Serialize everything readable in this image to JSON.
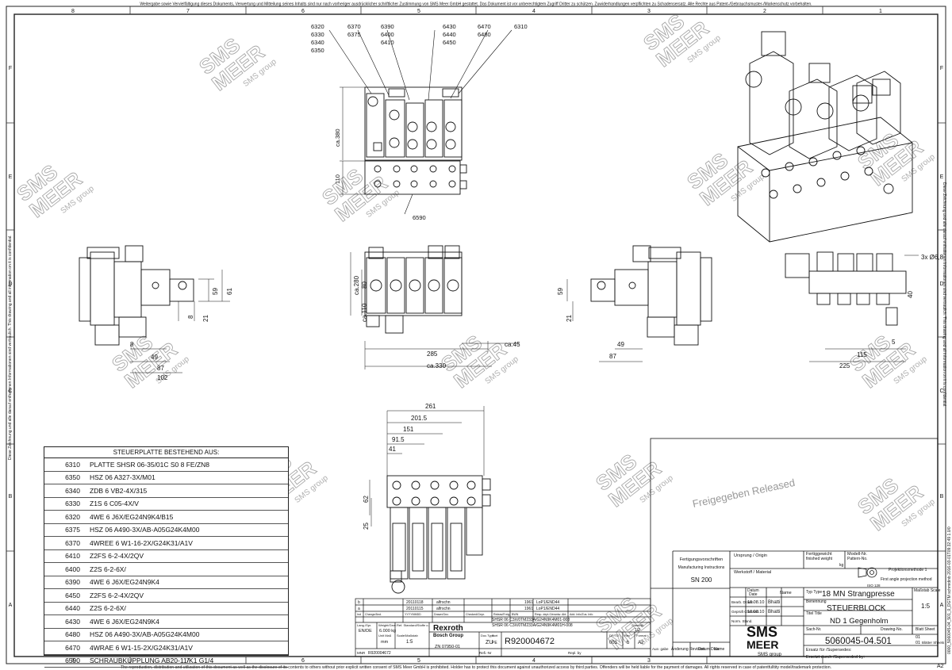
{
  "top_notice": "Weitergabe sowie Vervielfältigung dieses Dokuments, Verwertung und Mitteilung seines Inhalts sind nur nach vorheriger ausdrücklicher schriftlicher Zustimmung von SMS Meer GmbH gestattet. Das Dokument ist vor unberechtigtem Zugriff Dritter zu schützen. Zuwiderhandlungen verpflichten zu Schadensersatz. Alle Rechte aus Patent-/Gebrauchsmuster-/Markenschutz vorbehalten.",
  "bottom_notice": "The reproduction, distribution and utilization of this document as well as the disclosure of its contents to others without prior explicit written consent of SMS Meer GmbH is prohibited. Holder has to protect this document against unauthorized access by third parties. Offenders will be held liable for the payment of damages. All rights reserved in case of patentfulltity model/trademark protection.",
  "left_margin_text": "Diese Zeichnung und alle darauf enthaltenen Informationen sind vertraulich. This drawing and all information on it is confidential.",
  "right_margin_text": "Diese Zeichnung und alle darauf enthaltenen Informationen sind vertraulich. This drawing and all information on it is confidential.",
  "right_margin_id": "0000_5060045-04_501_0_DGTM schmidinb 2016-03-01T09:32:49 1.0/0",
  "sheet_format": "A2",
  "zone_columns": [
    "8",
    "7",
    "6",
    "5",
    "4",
    "3",
    "2",
    "1"
  ],
  "zone_rows": [
    "F",
    "E",
    "D",
    "C",
    "B",
    "A"
  ],
  "watermark": {
    "line1": "SMS",
    "line2": "MEER",
    "line3": "SMS group"
  },
  "released_stamp": "Freigegeben Released",
  "balloons": {
    "group1": [
      "6320",
      "6330",
      "6340",
      "6350"
    ],
    "group2": [
      "6370",
      "6375"
    ],
    "group3": [
      "6390",
      "6400",
      "6410"
    ],
    "group4": [
      "6430",
      "6440",
      "6450"
    ],
    "group5": [
      "6470",
      "6480"
    ],
    "group6": [
      "6310"
    ],
    "coupling": "6590"
  },
  "dims": {
    "top_height": "ca.380",
    "top_block": "110",
    "front_height": "ca.280",
    "front_80": "80",
    "front_110": "ca.110",
    "front_285": "285",
    "front_330": "ca.330",
    "front_45": "ca.45",
    "left_59": "59",
    "left_61": "61",
    "left_8": "8",
    "left_21": "21",
    "left_8b": "8",
    "left_49": "49",
    "left_87": "87",
    "left_102": "102",
    "mid_59": "59",
    "mid_21": "21",
    "mid_49": "49",
    "mid_87": "87",
    "right_hole": "3x Ø6,8",
    "right_40": "40",
    "right_115": "115",
    "right_5": "5",
    "right_225": "225",
    "bot_261": "261",
    "bot_201": "201.5",
    "bot_151": "151",
    "bot_91": "91.5",
    "bot_41": "41",
    "bot_62": "62",
    "bot_25": "25"
  },
  "parts_list": {
    "title": "STEUERPLATTE BESTEHEND AUS:",
    "rows": [
      {
        "pos": "6310",
        "desc": "PLATTE SHSR 06-35/01C S0 8 FE/ZN8"
      },
      {
        "pos": "6350",
        "desc": "HSZ 06 A327-3X/M01"
      },
      {
        "pos": "6340",
        "desc": "ZDB 6 VB2-4X/315"
      },
      {
        "pos": "6330",
        "desc": "Z1S 6 C05-4X/V"
      },
      {
        "pos": "6320",
        "desc": "4WE 6 J6X/EG24N9K4/B15"
      },
      {
        "pos": "6375",
        "desc": "HSZ 06 A490-3X/AB-A05G24K4M00"
      },
      {
        "pos": "6370",
        "desc": "4WREE 6 W1-16-2X/G24K31/A1V"
      },
      {
        "pos": "6410",
        "desc": "Z2FS 6-2-4X/2QV"
      },
      {
        "pos": "6400",
        "desc": "Z2S 6-2-6X/"
      },
      {
        "pos": "6390",
        "desc": "4WE 6 J6X/EG24N9K4"
      },
      {
        "pos": "6450",
        "desc": "Z2FS 6-2-4X/2QV"
      },
      {
        "pos": "6440",
        "desc": "Z2S 6-2-6X/"
      },
      {
        "pos": "6430",
        "desc": "4WE 6 J6X/EG24N9K4"
      },
      {
        "pos": "6480",
        "desc": "HSZ 06 A490-3X/AB-A05G24K4M00"
      },
      {
        "pos": "6470",
        "desc": "4WRAE 6 W1-15-2X/G24K31/A1V"
      },
      {
        "pos": "6590",
        "desc": "SCHRAUBKUPPLUNG   AB20-11/K1      G1/4"
      }
    ]
  },
  "title_block": {
    "fert_label": "Fertigungsvorschriften",
    "fert_label_en": "Manufacturing Instructions",
    "fert_value": "SN 200",
    "ursprung": "Ursprung / Origin",
    "werkstoff": "Werkstoff / Material",
    "fertiggewicht": "Fertiggewicht",
    "finished_weight": "finished weight",
    "kg": "kg",
    "modell_nr": "Modell-Nr.",
    "pattern_no": "Pattern-No.",
    "projektion": "Projektionsmethode 1",
    "projektion_en": "First angle projection method",
    "iso": "ISO 128",
    "datum": "Datum",
    "date": "Date",
    "name": "Name",
    "bearb": "Bearb. Drawn",
    "gepr": "Geprüft Checked",
    "norm": "Norm. Stand.",
    "bearb_date": "18.08.10",
    "bearb_name": "Bhatti",
    "gepr_date": "18.08.10",
    "gepr_name": "Bhatti",
    "typ_label": "Typ Type",
    "typ_value": "18 MN Strangpresse",
    "massstab": "Maßstab Scale",
    "scale_value": "1:5",
    "benennung": "Benennung",
    "title_value": "STEUERBLOCK",
    "titel": "Titel Title",
    "subtitle_value": "ND 1 Gegenholm",
    "sach_nr": "Sach-Nr.",
    "drawing_no_label": "Drawing-No.",
    "blatt": "Blatt Sheet",
    "drawing_no": "5060045-04.501",
    "sheet_no": "01",
    "sheet_total": "01",
    "blaetter": "Blätter Sheets",
    "ersatz_fuer": "Ersatz für /Supersedes:",
    "ersetzt_durch": "Ersetzt durch /Superseded by:",
    "aus_gabe": "Aus- gabe",
    "aenderung": "Änderung Revision",
    "datum2": "Datum Date",
    "name2": "Name",
    "logo1": "SMS",
    "logo2": "MEER",
    "logo3": "SMS group"
  },
  "rexroth_block": {
    "rev_rows": [
      {
        "idx": "b",
        "date": "20110118",
        "name": "alfrschn",
        "code": "1961",
        "note": "LoP1/END44"
      },
      {
        "idx": "a",
        "date": "20110115",
        "name": "alfrschn",
        "code": "1961",
        "note": "LoP1/END44"
      }
    ],
    "hdr_cols": [
      "Ind",
      "Change/Änd.",
      "YYYYMMDD",
      "Drawn/Gez.",
      "Checked/Gepr.",
      "Releas/Freig.",
      "BWN",
      "Resp. dept./Verantw. Abt.",
      "Add. Info/Zus. Info"
    ],
    "model1": "SHSR 06 C3X/0TM233A/G24N9K4M01-008",
    "model2": "SHSR 06 C3X/0TM233A/G24N9K4M01H-008",
    "lang": "Lang./Spr.",
    "lang_value": "EN/DE",
    "weight_label": "Weight/Gew.",
    "weight_value": "6.000 kg",
    "unit_label": "Unit Maß",
    "unit_value": "mm",
    "scale_label": "Scale/Maßstab",
    "scale_value": "1:5",
    "brand1": "Rexroth",
    "brand2": "Bosch Group",
    "docnr_label": "Doc.Type",
    "docnr_value": "ZU",
    "part_no": "R920004672",
    "sheet_label": "Sheet/Bl.",
    "sheet_value": "1/2",
    "dp": "DP/TD",
    "dp_value": "001",
    "rev_label": "Rev",
    "rev_value": "b",
    "format_label": "Format",
    "format_value": "A2",
    "mnr_label": "MNR",
    "mnr_value": "R920004672",
    "ref_nr": "ZN 07950-01",
    "ref_label": "Refi.-Nr",
    "ref_label2": "Repl. by",
    "pe": "PE",
    "ref_label3": "Ref. Standard/Stoffe o.",
    "sort": "Sort"
  }
}
